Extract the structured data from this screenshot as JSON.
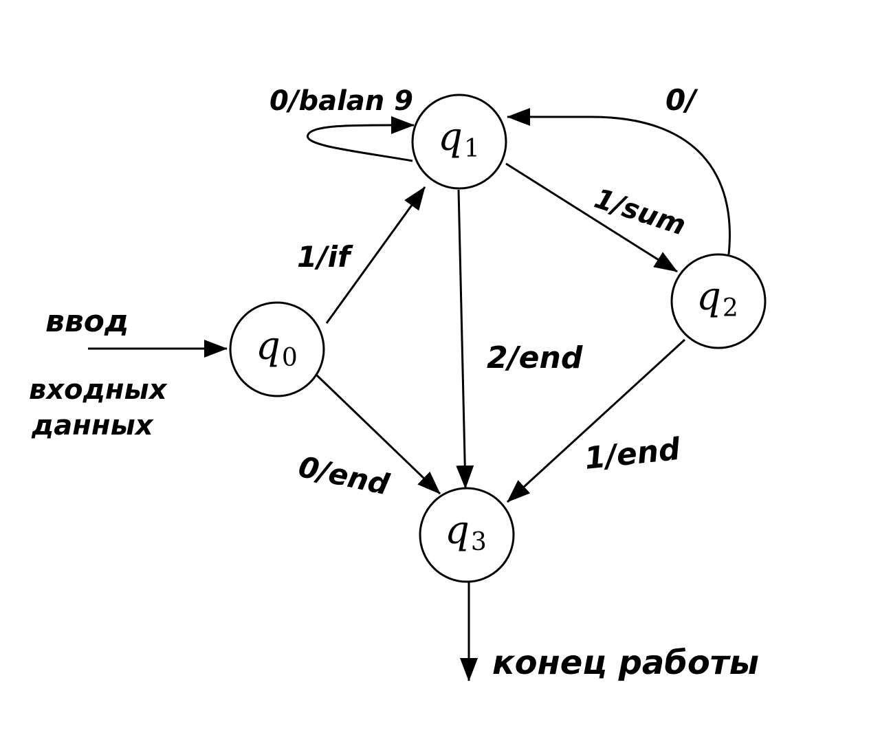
{
  "diagram": {
    "states": [
      {
        "id": "q0",
        "letter": "q",
        "index": "0"
      },
      {
        "id": "q1",
        "letter": "q",
        "index": "1"
      },
      {
        "id": "q2",
        "letter": "q",
        "index": "2"
      },
      {
        "id": "q3",
        "letter": "q",
        "index": "3"
      }
    ],
    "transitions": [
      {
        "from": "q1",
        "to": "q1",
        "label": "0/balan 9"
      },
      {
        "from": "q0",
        "to": "q1",
        "label": "1/if"
      },
      {
        "from": "q1",
        "to": "q2",
        "label": "1/sum"
      },
      {
        "from": "q2",
        "to": "q1",
        "label": "0/"
      },
      {
        "from": "q1",
        "to": "q3",
        "label": "2/end"
      },
      {
        "from": "q0",
        "to": "q3",
        "label": "0/end"
      },
      {
        "from": "q2",
        "to": "q3",
        "label": "1/end"
      }
    ],
    "input_label": [
      "ввод",
      "входных",
      "данных"
    ],
    "output_label": "конец работы"
  }
}
